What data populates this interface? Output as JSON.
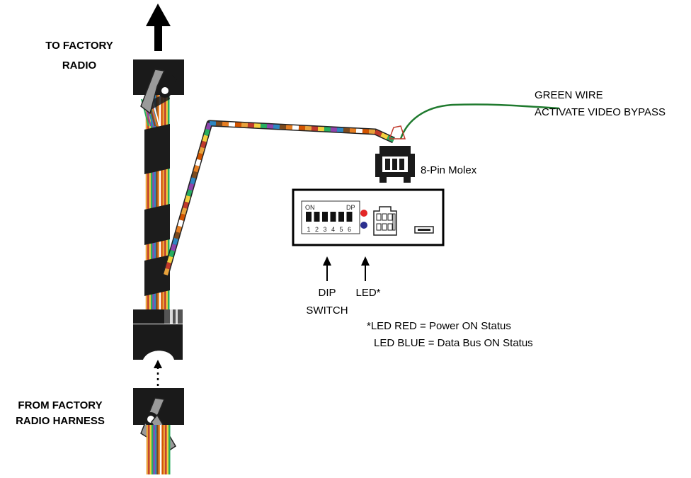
{
  "labels": {
    "to_factory_line1": "TO FACTORY",
    "to_factory_line2": "RADIO",
    "from_factory_line1": "FROM FACTORY",
    "from_factory_line2": "RADIO HARNESS",
    "green_wire_line1": "GREEN WIRE",
    "green_wire_line2": "ACTIVATE VIDEO BYPASS",
    "molex": "8-Pin Molex",
    "dip_line1": "DIP",
    "dip_line2": "SWITCH",
    "led": "LED*",
    "note_line1": "*LED RED = Power ON Status",
    "note_line2": "LED BLUE = Data Bus ON Status"
  },
  "module": {
    "dip_on": "ON",
    "dip_dp": "DP",
    "dip_numbers": [
      "1",
      "2",
      "3",
      "4",
      "5",
      "6"
    ]
  },
  "colors": {
    "led_red": "#e32626",
    "led_blue": "#2b2f8f",
    "green_wire": "#1f7a2e",
    "tape": "#1c1c1c",
    "connector": "#1a1a1a",
    "latch": "#9a9a9a"
  },
  "wire_colors": [
    "#e9a23b",
    "#c0392b",
    "#f4d03f",
    "#27ae60",
    "#8e44ad",
    "#2e86c1",
    "#7b4a1e",
    "#e67e22",
    "#ffffff",
    "#d35400"
  ]
}
